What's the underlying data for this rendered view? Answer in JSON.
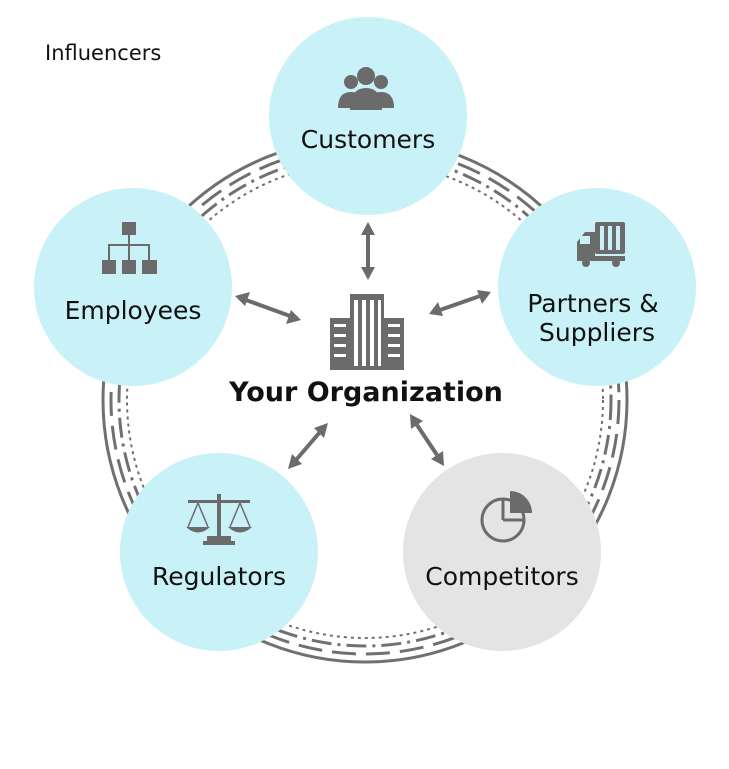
{
  "title": "Influencers",
  "center": {
    "label": "Your Organization",
    "icon": "building-icon"
  },
  "nodes": [
    {
      "id": "customers",
      "label_lines": [
        "Customers"
      ],
      "icon": "people-group-icon",
      "color": "#c9f1f8"
    },
    {
      "id": "partners",
      "label_lines": [
        "Partners &",
        "Suppliers"
      ],
      "icon": "truck-icon",
      "color": "#c9f1f8"
    },
    {
      "id": "employees",
      "label_lines": [
        "Employees"
      ],
      "icon": "org-chart-icon",
      "color": "#c9f1f8"
    },
    {
      "id": "regulators",
      "label_lines": [
        "Regulators"
      ],
      "icon": "scales-icon",
      "color": "#c9f1f8"
    },
    {
      "id": "competitors",
      "label_lines": [
        "Competitors"
      ],
      "icon": "pie-chart-icon",
      "color": "#e4e4e4"
    }
  ],
  "colors": {
    "accent_circle": "#c9f1f8",
    "competitor_circle": "#e4e4e4",
    "icon_gray": "#6b6b6b",
    "ring_gray": "#707070",
    "text": "#111111"
  }
}
